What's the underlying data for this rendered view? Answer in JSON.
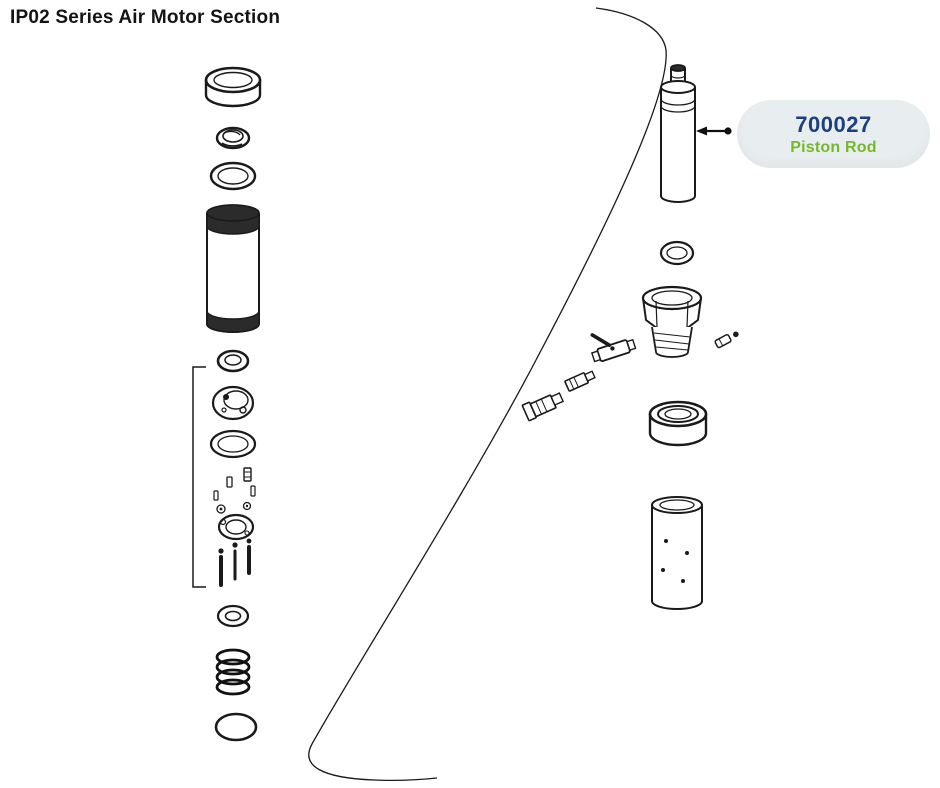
{
  "page": {
    "title": "IP02 Series Air Motor Section"
  },
  "callout": {
    "part_number": "700027",
    "part_name": "Piston Rod",
    "colors": {
      "number": "#1d3f7d",
      "name": "#76b82a",
      "background": "#e8eef0"
    }
  },
  "diagram": {
    "line_color": "#1a1a1a"
  }
}
